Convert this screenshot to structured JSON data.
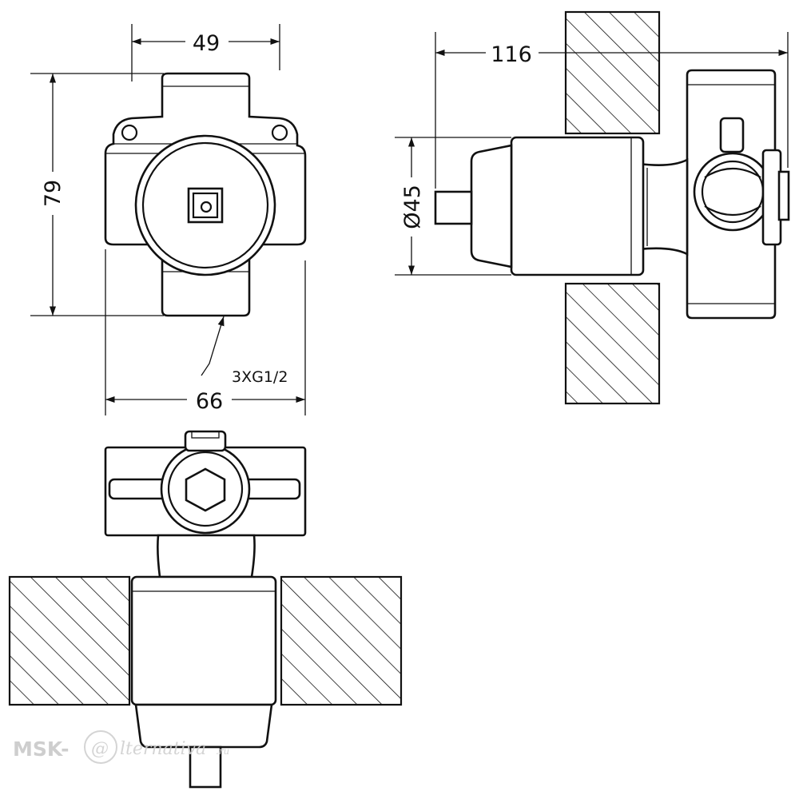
{
  "dimensions": {
    "width_top": "49",
    "height": "79",
    "width_bottom": "66",
    "length_side": "116",
    "diameter": "Ø45",
    "thread_note": "3XG1/2"
  },
  "watermark": {
    "brand": "MSK-",
    "at_symbol": "@",
    "script": "lternativa",
    "suffix": ".ru"
  }
}
